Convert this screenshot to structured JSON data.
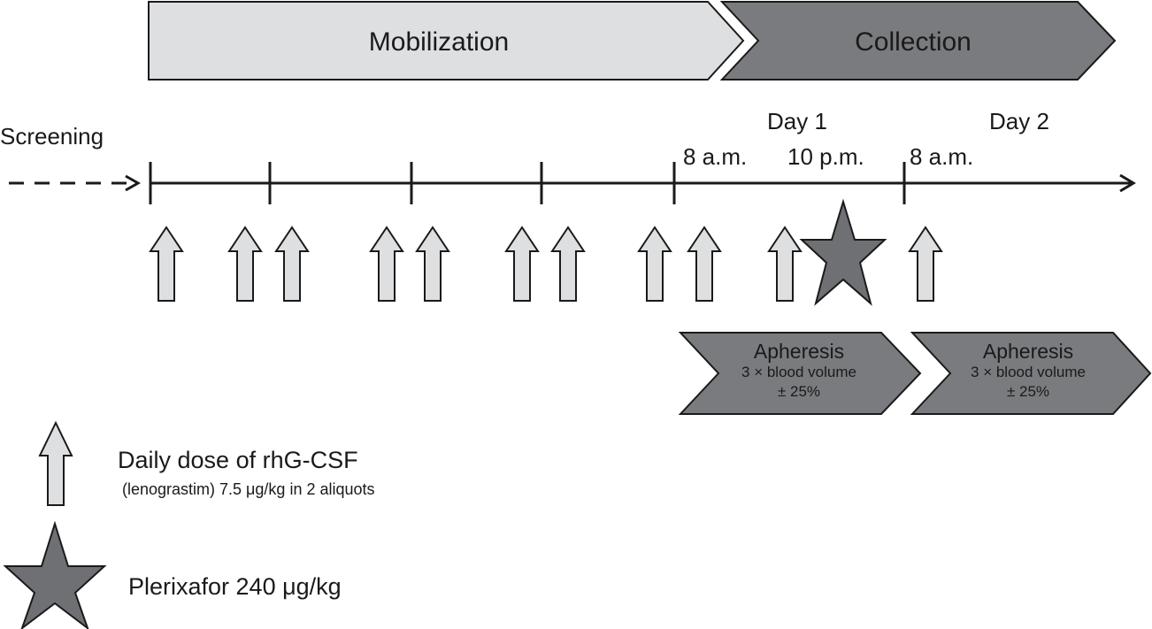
{
  "phases": {
    "mobilization": "Mobilization",
    "collection": "Collection"
  },
  "timeline": {
    "screening": "Screening",
    "day1": "Day 1",
    "day2": "Day 2",
    "time_8am_a": "8 a.m.",
    "time_10pm": "10 p.m.",
    "time_8am_b": "8 a.m."
  },
  "apheresis": [
    {
      "title": "Apheresis",
      "line1": "3 × blood volume",
      "line2": "± 25%"
    },
    {
      "title": "Apheresis",
      "line1": "3 × blood volume",
      "line2": "± 25%"
    }
  ],
  "legend": {
    "arrow_label": "Daily dose of rhG-CSF",
    "arrow_sublabel": "(lenograstim) 7.5 μg/kg in 2 aliquots",
    "star_label": "Plerixafor 240 μg/kg"
  },
  "colors": {
    "light_fill": "#dedfe1",
    "dark_fill": "#7a7b7e",
    "star_fill": "#6f7073",
    "line": "#1a1a1a"
  }
}
